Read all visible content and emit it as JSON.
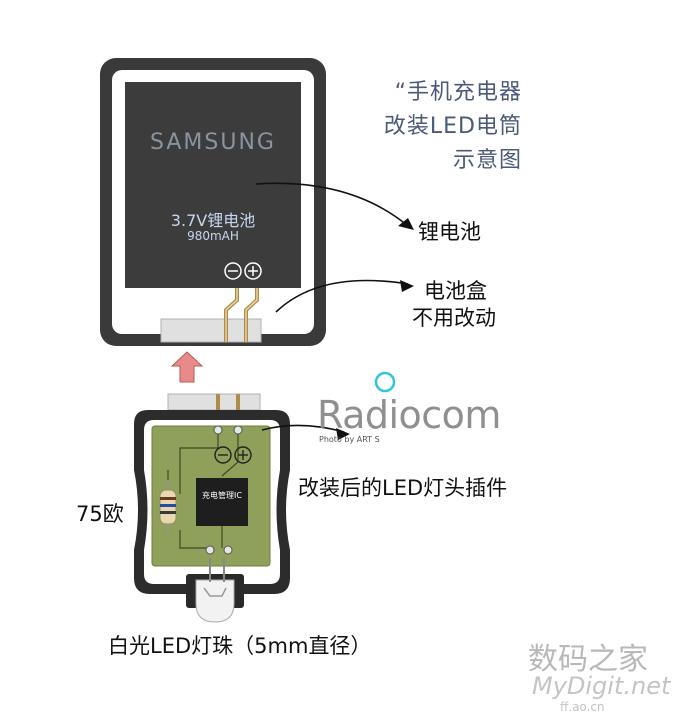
{
  "title": {
    "line1": "“手机充电器",
    "line2": "改装LED电筒",
    "line3": "示意图"
  },
  "battery": {
    "brand": "SAMSUNG",
    "voltage_label": "3.7V锂电池",
    "capacity": "980mAH",
    "polarity": "⊖⊕"
  },
  "pcb": {
    "polarity": "⊖⊕",
    "ic_label": "充电管理IC"
  },
  "callouts": {
    "battery": "锂电池",
    "battery_box_line1": "电池盒",
    "battery_box_line2": "不用改动",
    "plugin": "改装后的LED灯头插件",
    "resistor": "75欧",
    "led": "白光LED灯珠（5mm直径）"
  },
  "watermark": {
    "name": "Radiocom",
    "credit": "Photo by ART S"
  },
  "site": {
    "cn": "数码之家",
    "en": "MyDigit.net",
    "small": "ff.ao.cn"
  },
  "colors": {
    "battery_body": "#3c3c3c",
    "pcb": "#8ea05a",
    "arrow": "#e88a8a",
    "title": "#4a5a78"
  }
}
